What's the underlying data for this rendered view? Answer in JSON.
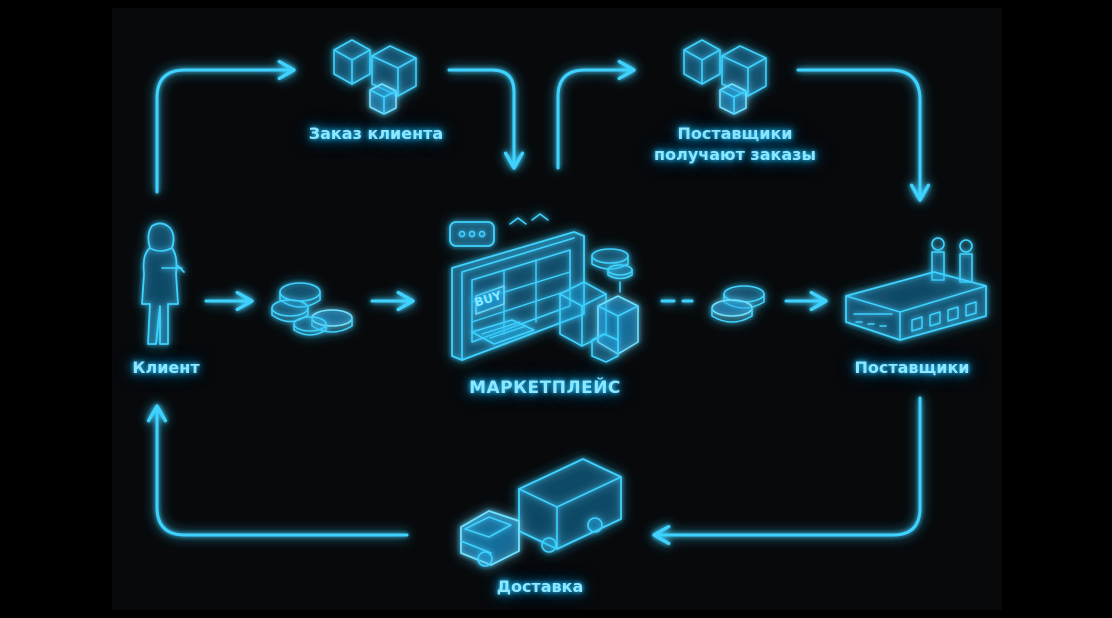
{
  "nodes": {
    "customer_order": "Заказ клиента",
    "suppliers_receive_line1": "Поставщики",
    "suppliers_receive_line2": "получают заказы",
    "client": "Клиент",
    "marketplace": "МАРКЕТПЛЕЙС",
    "suppliers": "Поставщики",
    "delivery": "Доставка",
    "buy_sign": "BUY"
  },
  "colors": {
    "background": "#000000",
    "glow": "#3fd2ff",
    "text": "#8fe6ff"
  },
  "icons": {
    "customer_order": "boxes-icon",
    "suppliers_receive": "boxes-icon",
    "client": "person-icon",
    "payment_left": "coins-icon",
    "marketplace": "storefront-icon",
    "payment_right": "coins-icon",
    "suppliers": "factory-icon",
    "delivery": "truck-icon"
  }
}
